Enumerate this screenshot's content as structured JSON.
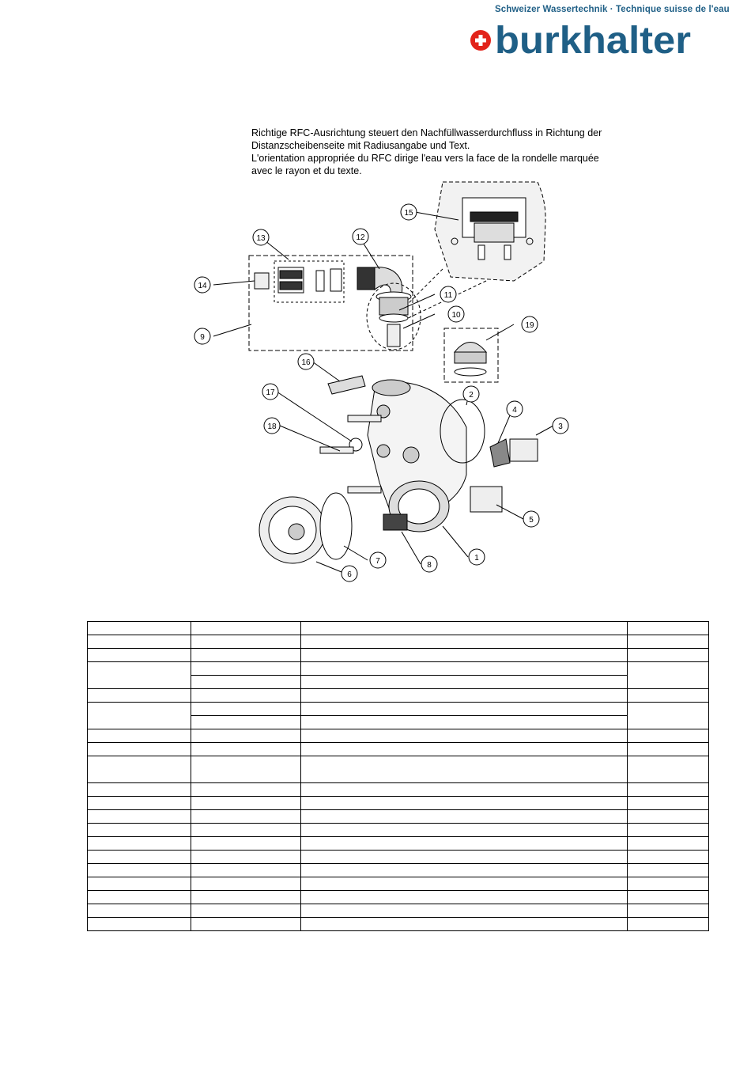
{
  "brand": {
    "tagline": "Schweizer Wassertechnik · Technique suisse de l'eau",
    "name": "burkhalter",
    "colors": {
      "blue": "#1f5f86",
      "red": "#e2231a"
    }
  },
  "note": {
    "line1": "Richtige RFC-Ausrichtung steuert den Nachfüllwasserdurchfluss in Richtung der",
    "line2": "Distanzscheibenseite mit Radiusangabe und Text.",
    "line3": "L'orientation appropriée du RFC dirige l'eau vers la face de la rondelle marquée",
    "line4": "avec le rayon et du texte."
  },
  "callouts": {
    "c1": "1",
    "c2": "2",
    "c3": "3",
    "c4": "4",
    "c5": "5",
    "c6": "6",
    "c7": "7",
    "c8": "8",
    "c9": "9",
    "c10": "10",
    "c11": "11",
    "c12": "12",
    "c13": "13",
    "c14": "14",
    "c15": "15",
    "c16": "16",
    "c17": "17",
    "c18": "18",
    "c19": "19"
  },
  "table": {
    "note": "table grid rendered without visible text"
  }
}
